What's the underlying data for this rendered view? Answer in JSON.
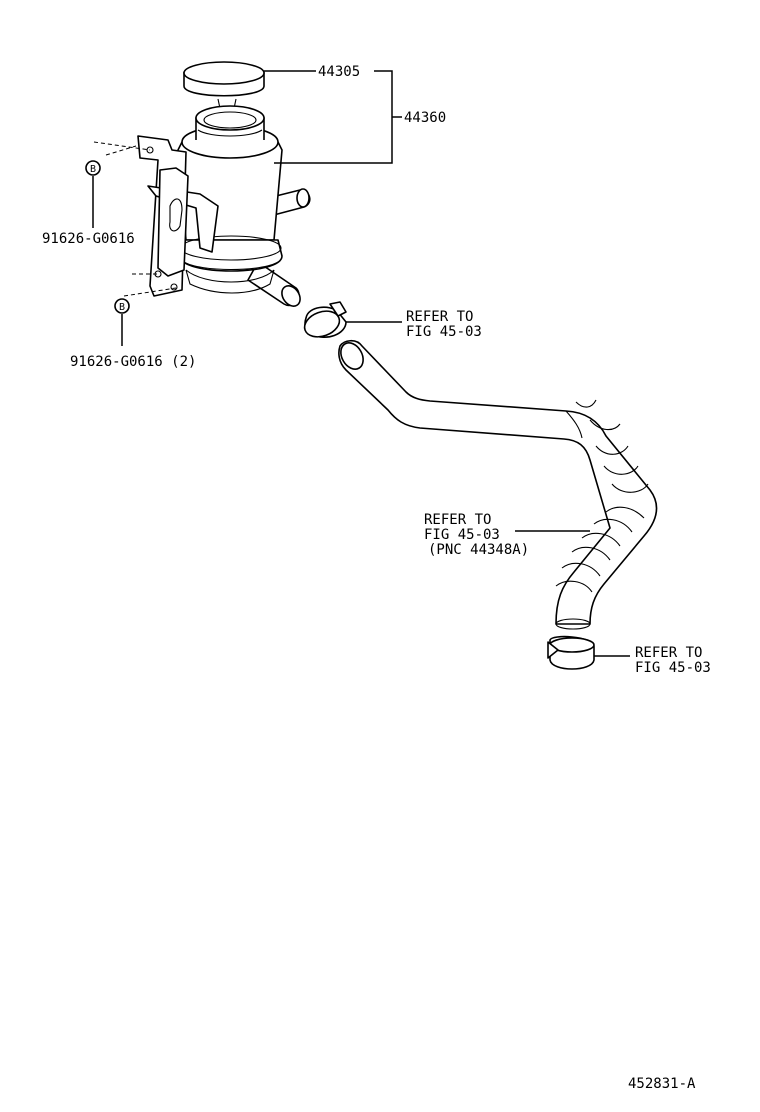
{
  "labels": {
    "cap": "44305",
    "reservoir": "44360",
    "bolt_upper": "91626-G0616",
    "bolt_lower": "91626-G0616 (2)",
    "bolt_symbol": "B",
    "clamp_upper_ref": [
      "REFER TO",
      "FIG 45-03"
    ],
    "hose_ref": [
      "REFER TO",
      "FIG 45-03",
      "(PNC 44348A)"
    ],
    "clamp_lower_ref": [
      "REFER TO",
      "FIG 45-03"
    ],
    "figure_id": "452831-A"
  }
}
